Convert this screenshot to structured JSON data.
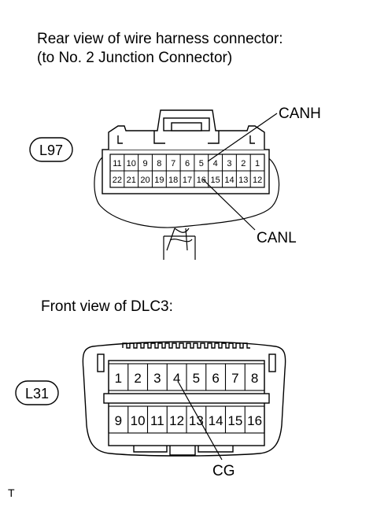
{
  "connector_top": {
    "caption_line1": "Rear view of wire harness connector:",
    "caption_line2": "(to No. 2 Junction Connector)",
    "id": "L97",
    "pins_row1": [
      "11",
      "10",
      "9",
      "8",
      "7",
      "6",
      "5",
      "4",
      "3",
      "2",
      "1"
    ],
    "pins_row2": [
      "22",
      "21",
      "20",
      "19",
      "18",
      "17",
      "16",
      "15",
      "14",
      "13",
      "12"
    ],
    "callout_high": "CANH",
    "callout_low": "CANL"
  },
  "connector_bottom": {
    "caption": "Front view of DLC3:",
    "id": "L31",
    "pins_row1": [
      "1",
      "2",
      "3",
      "4",
      "5",
      "6",
      "7",
      "8"
    ],
    "pins_row2": [
      "9",
      "10",
      "11",
      "12",
      "13",
      "14",
      "15",
      "16"
    ],
    "callout": "CG"
  },
  "footer_mark": "T"
}
